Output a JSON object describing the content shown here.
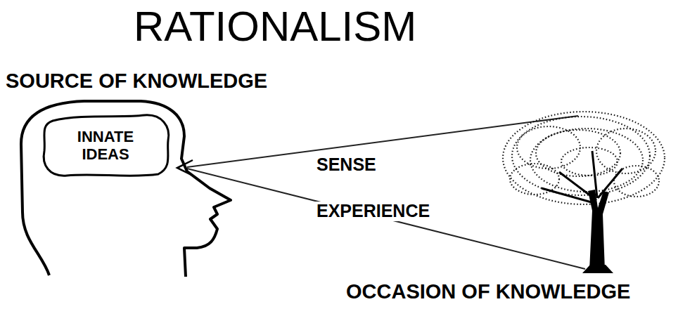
{
  "diagram": {
    "title": "RATIONALISM",
    "nodes": [
      {
        "text": [
          "SOURCE OF KNOWLEDGE"
        ]
      },
      {
        "text": [
          "INNATE IDEAS"
        ],
        "in": 0
      }
    ],
    "labels": [
      "SENSE",
      "EXPERIENCE",
      "OCCASION OF KNOWLEDGE"
    ]
  }
}
